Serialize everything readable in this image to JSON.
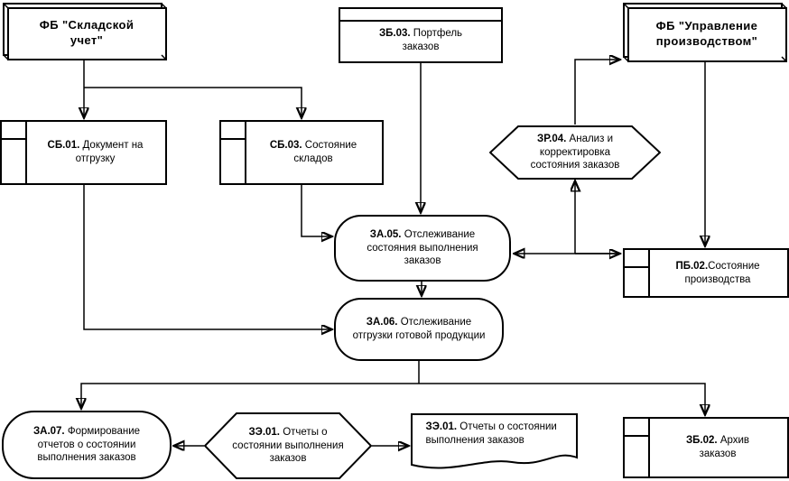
{
  "diagram": {
    "colors": {
      "line": "#000000",
      "background": "#ffffff"
    },
    "nodes": {
      "fb_sklad": {
        "label": "ФБ \"Складской учет\""
      },
      "zb03": {
        "id": "ЗБ.03.",
        "name": "Портфель заказов"
      },
      "fb_upr": {
        "label": "ФБ \"Управление производством\""
      },
      "sb01": {
        "id": "СБ.01.",
        "name": "Документ на отгрузку"
      },
      "sb03": {
        "id": "СБ.03.",
        "name": "Состояние складов"
      },
      "zr04": {
        "id": "ЗР.04.",
        "name": "Анализ и корректировка состояния заказов"
      },
      "pb02": {
        "id": "ПБ.02.",
        "name": "Состояние производства"
      },
      "za05": {
        "id": "ЗА.05.",
        "name": "Отслеживание состояния выполнения заказов"
      },
      "za06": {
        "id": "ЗА.06.",
        "name": "Отслеживание отгрузки готовой продукции"
      },
      "za07": {
        "id": "ЗА.07.",
        "name": "Формирование отчетов о состоянии выполнения заказов"
      },
      "ze01_hex": {
        "id": "ЗЭ.01.",
        "name": "Отчеты о состоянии выполнения заказов"
      },
      "ze01_doc": {
        "id": "ЗЭ.01.",
        "name": "Отчеты о состоянии выполнения заказов"
      },
      "zb02": {
        "id": "ЗБ.02.",
        "name": "Архив заказов"
      }
    }
  }
}
